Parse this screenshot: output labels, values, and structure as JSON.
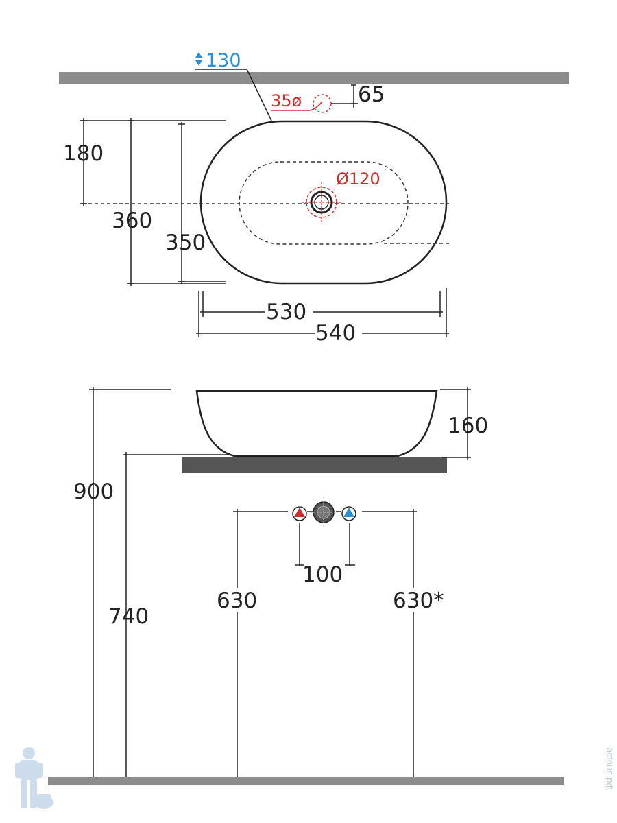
{
  "dimensions": {
    "top_view": {
      "clearance": "130",
      "tap_hole": "35ø",
      "tap_offset": "65",
      "drain_diameter": "Ø120",
      "half_depth": "180",
      "outer_depth": "360",
      "inner_depth": "350",
      "inner_width": "530",
      "outer_width": "540"
    },
    "side_view": {
      "bowl_height": "160",
      "rim_height": "900",
      "counter_height": "740",
      "tap_spacing": "100",
      "left_outlet_height": "630",
      "right_outlet_height": "630*"
    }
  },
  "watermark": "афоня.рф",
  "colors": {
    "line": "#222222",
    "wall": "#8c8c8c",
    "counter": "#555555",
    "hot": "#d42a2a",
    "cold": "#2a8fd6"
  }
}
